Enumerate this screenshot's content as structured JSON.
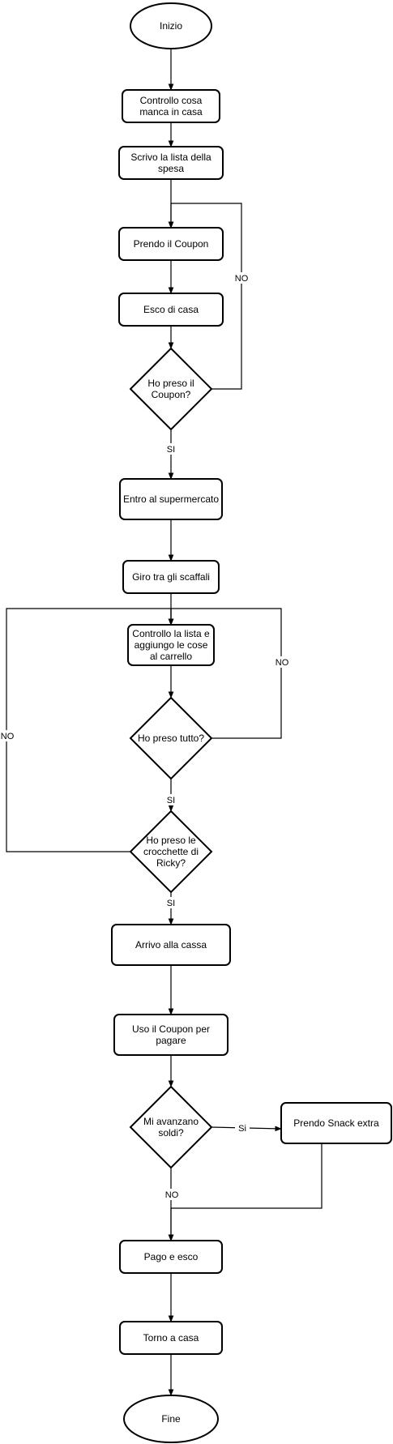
{
  "nodes": {
    "start": [
      "Inizio"
    ],
    "check_home": [
      "Controllo cosa",
      "manca in casa"
    ],
    "write_list": [
      "Scrivo la lista della",
      "spesa"
    ],
    "take_coupon": [
      "Prendo il Coupon"
    ],
    "leave_home": [
      "Esco di casa"
    ],
    "coupon_question": [
      "Ho preso il",
      "Coupon?"
    ],
    "enter_market": [
      "Entro al supermercato"
    ],
    "browse_shelves": [
      "Giro tra gli scaffali"
    ],
    "check_list": [
      "Controllo la lista e",
      "aggiungo le cose",
      "al carrello"
    ],
    "all_question": [
      "Ho preso tutto?"
    ],
    "kibble_question": [
      "Ho preso le",
      "crocchette di",
      "Ricky?"
    ],
    "checkout": [
      "Arrivo alla cassa"
    ],
    "use_coupon": [
      "Uso il Coupon per",
      "pagare"
    ],
    "money_question": [
      "Mi avanzano",
      "soldi?"
    ],
    "extra_snack": [
      "Prendo Snack extra"
    ],
    "pay_leave": [
      "Pago e esco"
    ],
    "go_home": [
      "Torno a casa"
    ],
    "end": [
      "Fine"
    ]
  },
  "edge_labels": {
    "coupon_no": "NO",
    "coupon_yes": "SI",
    "all_no": "NO",
    "all_yes": "SI",
    "kibble_no": "NO",
    "kibble_yes": "SI",
    "money_yes": "Si",
    "money_no": "NO"
  }
}
